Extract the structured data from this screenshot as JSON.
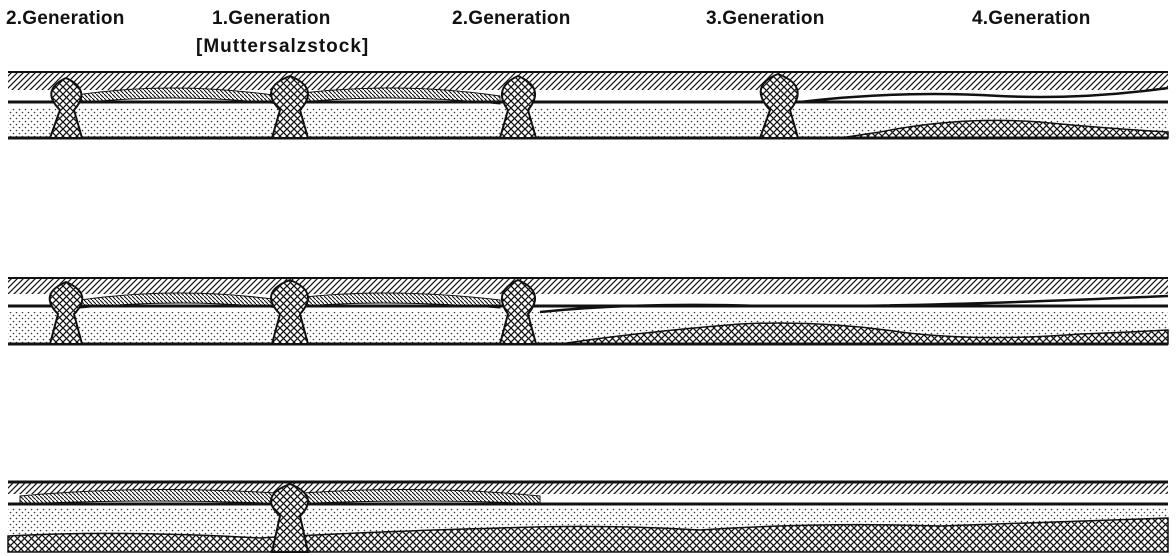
{
  "header": {
    "generations": [
      {
        "label": "2.Generation"
      },
      {
        "label": "1.Generation"
      },
      {
        "label": "2.Generation"
      },
      {
        "label": "3.Generation"
      },
      {
        "label": "4.Generation"
      }
    ],
    "mother_salt_stock_label": "[Muttersalzstock]"
  },
  "colors": {
    "ink": "#111111",
    "background": "#ffffff"
  },
  "patterns": [
    "salt-crosshatch",
    "sand-stipple",
    "diagonal-hatch",
    "fine-hatch"
  ]
}
